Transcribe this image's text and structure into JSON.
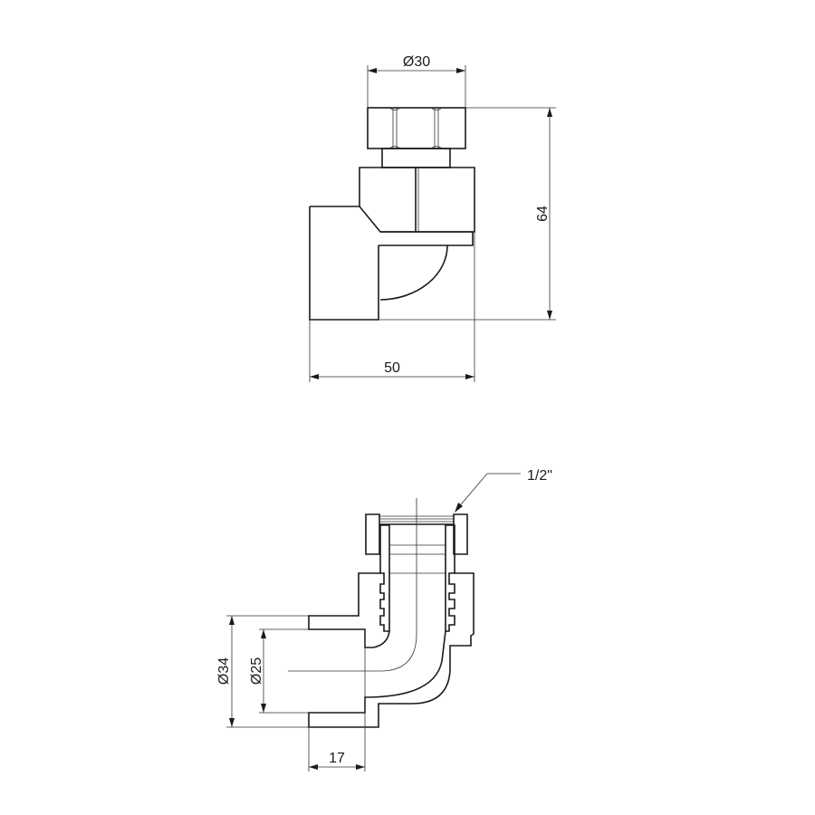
{
  "drawing": {
    "front_view": {
      "dim_nut_diameter": "Ø30",
      "dim_height": "64",
      "dim_width": "50"
    },
    "section_view": {
      "thread_callout": "1/2\"",
      "dim_outer_diameter": "Ø34",
      "dim_inner_diameter": "Ø25",
      "dim_socket_depth": "17"
    }
  },
  "colors": {
    "line": "#1a1a1a",
    "background": "#ffffff"
  }
}
